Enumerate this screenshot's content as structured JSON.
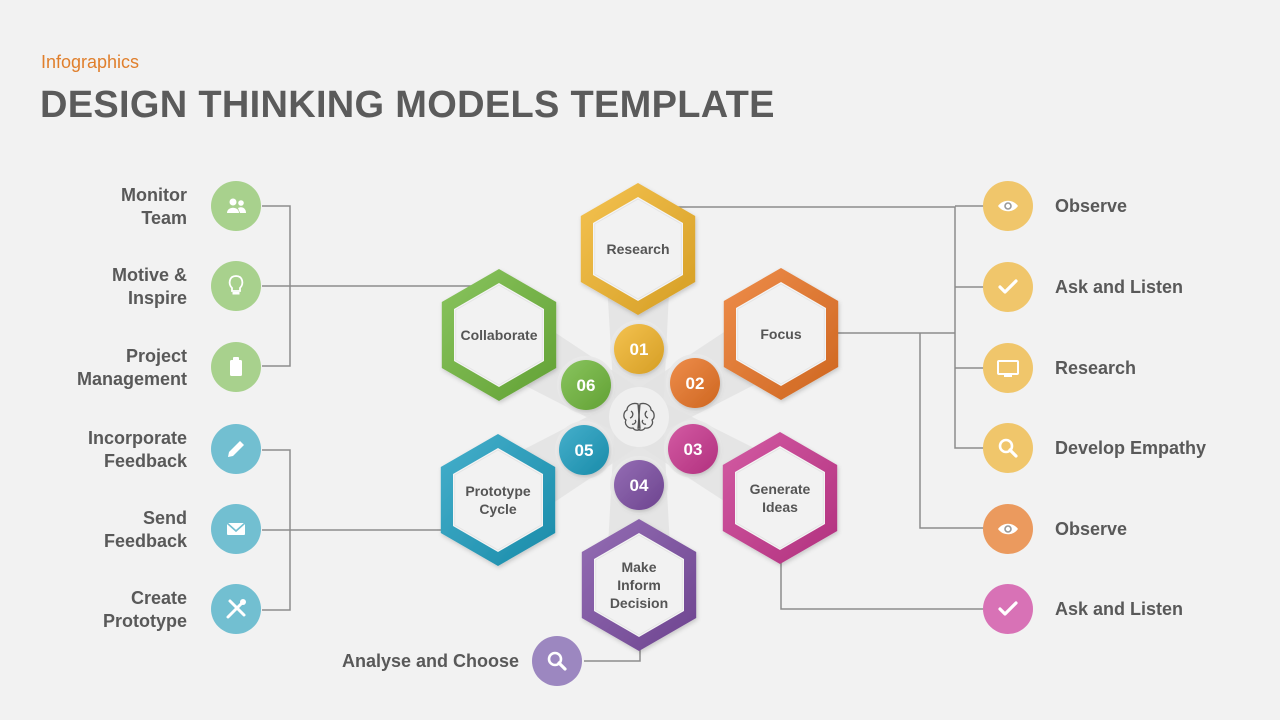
{
  "header": {
    "kicker": "Infographics",
    "title": "DESIGN THINKING MODELS TEMPLATE"
  },
  "colors": {
    "background": "#f2f2f2",
    "connector": "#8c8c8c",
    "text": "#595959",
    "research": "#f2b429",
    "focus": "#ea7424",
    "generate": "#c9378f",
    "decide": "#7c4da3",
    "prototype": "#1c9ec0",
    "collaborate": "#6fb73b",
    "left_top_circles": "#a8d18d",
    "left_bottom_circles": "#72bfd1",
    "right_yellow_circles": "#f0c66b",
    "right_orange_circle": "#eb9a5e",
    "right_pink_circle": "#d872b6",
    "bottom_circle": "#9c87c0"
  },
  "center": {
    "icon": "brain-icon"
  },
  "stages": [
    {
      "key": "research",
      "number": "01",
      "label": [
        "Research"
      ]
    },
    {
      "key": "focus",
      "number": "02",
      "label": [
        "Focus"
      ]
    },
    {
      "key": "generate",
      "number": "03",
      "label": [
        "Generate",
        "Ideas"
      ]
    },
    {
      "key": "decide",
      "number": "04",
      "label": [
        "Make",
        "Inform",
        "Decision"
      ]
    },
    {
      "key": "prototype",
      "number": "05",
      "label": [
        "Prototype",
        "Cycle"
      ]
    },
    {
      "key": "collaborate",
      "number": "06",
      "label": [
        "Collaborate"
      ]
    }
  ],
  "left_items": [
    {
      "label": [
        "Monitor",
        "Team"
      ],
      "icon": "users-icon",
      "group": "top"
    },
    {
      "label": [
        "Motive &",
        "Inspire"
      ],
      "icon": "lightbulb-icon",
      "group": "top"
    },
    {
      "label": [
        "Project",
        "Management"
      ],
      "icon": "clipboard-icon",
      "group": "top"
    },
    {
      "label": [
        "Incorporate",
        "Feedback"
      ],
      "icon": "pencil-icon",
      "group": "bottom"
    },
    {
      "label": [
        "Send",
        "Feedback"
      ],
      "icon": "envelope-icon",
      "group": "bottom"
    },
    {
      "label": [
        "Create",
        "Prototype"
      ],
      "icon": "tools-icon",
      "group": "bottom"
    }
  ],
  "right_items": [
    {
      "label": "Observe",
      "icon": "eye-icon",
      "color": "yellow"
    },
    {
      "label": "Ask and Listen",
      "icon": "check-icon",
      "color": "yellow"
    },
    {
      "label": "Research",
      "icon": "monitor-icon",
      "color": "yellow"
    },
    {
      "label": "Develop Empathy",
      "icon": "search-icon",
      "color": "yellow"
    },
    {
      "label": "Observe",
      "icon": "eye-icon",
      "color": "orange"
    },
    {
      "label": "Ask and Listen",
      "icon": "check-icon",
      "color": "pink"
    }
  ],
  "bottom_item": {
    "label": "Analyse and Choose",
    "icon": "search-icon"
  }
}
